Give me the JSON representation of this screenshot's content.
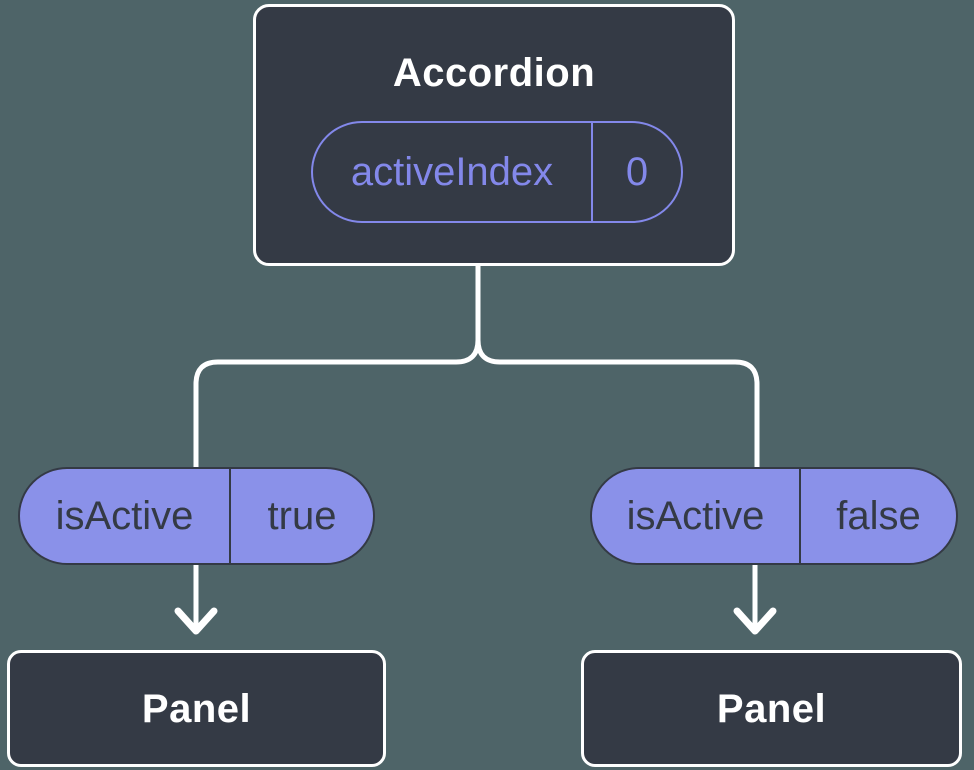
{
  "colors": {
    "background": "#4e6468",
    "node_fill": "#343a45",
    "node_border": "#ffffff",
    "connector": "#ffffff",
    "prop_pill_fill": "#8a91e9",
    "state_accent_purple": "#8388ea",
    "dark_text": "#343a45",
    "light_text": "#ffffff"
  },
  "diagram": {
    "root": {
      "title": "Accordion",
      "state": {
        "name": "activeIndex",
        "value": "0"
      }
    },
    "branches": [
      {
        "prop": {
          "name": "isActive",
          "value": "true"
        },
        "child": {
          "title": "Panel"
        }
      },
      {
        "prop": {
          "name": "isActive",
          "value": "false"
        },
        "child": {
          "title": "Panel"
        }
      }
    ]
  }
}
